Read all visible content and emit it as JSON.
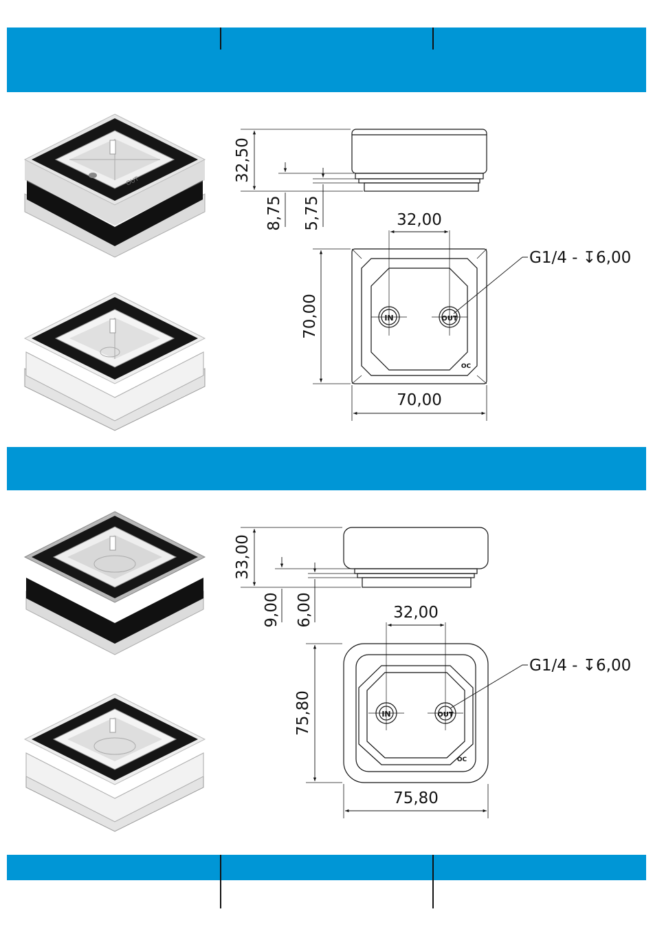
{
  "colors": {
    "accent": "#0096d6",
    "line": "#111111"
  },
  "section_1": {
    "side_height": "32,50",
    "step_a": "8,75",
    "step_b": "5,75",
    "port_spacing": "32,00",
    "depth": "70,00",
    "width": "70,00",
    "thread_note": "G1/4 - ↧6,00",
    "port_in": "IN",
    "port_out": "OUT",
    "engraved_label": "OUT",
    "logo": "OC"
  },
  "section_2": {
    "side_height": "33,00",
    "step_a": "9,00",
    "step_b": "6,00",
    "port_spacing": "32,00",
    "depth": "75,80",
    "width": "75,80",
    "thread_note": "G1/4 - ↧6,00",
    "port_in": "IN",
    "port_out": "OUT",
    "logo": "OC"
  }
}
